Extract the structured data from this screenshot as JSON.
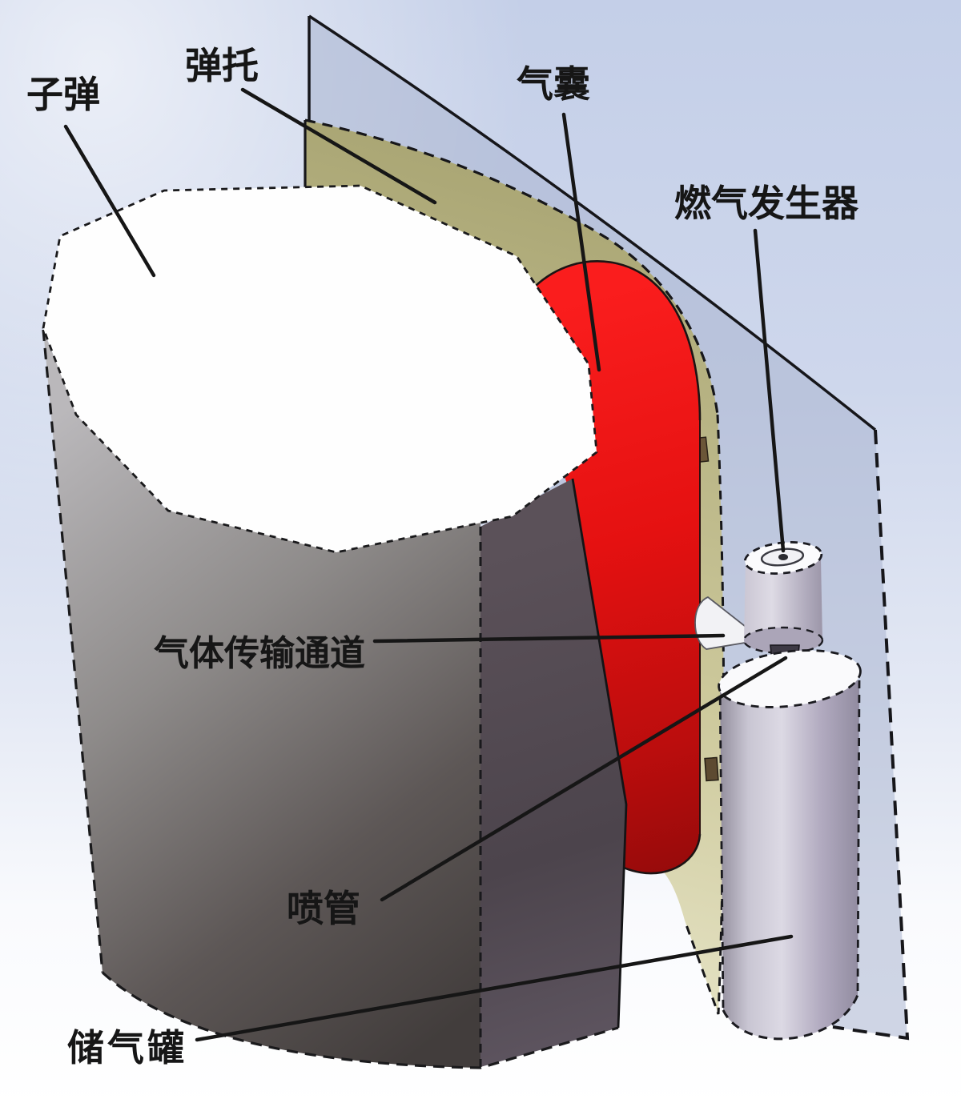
{
  "figure": {
    "kind": "3d-cad-annotated-diagram",
    "labels": {
      "bullet": "子弹",
      "sabot": "弹托",
      "airbag": "气囊",
      "gas_generator": "燃气发生器",
      "gas_channel": "气体传输通道",
      "nozzle": "喷管",
      "gas_tank": "储气罐"
    },
    "colors": {
      "airbag_red": "#e01010",
      "sabot_khaki": "#c9c593",
      "projectile_gray": "#8a8786",
      "glass_plane_blue": "#b7c1d6",
      "tank_metal_lavender": "#c3bfce",
      "sky_background": "#c9d4ea",
      "annotation_ink": "#161616"
    }
  }
}
